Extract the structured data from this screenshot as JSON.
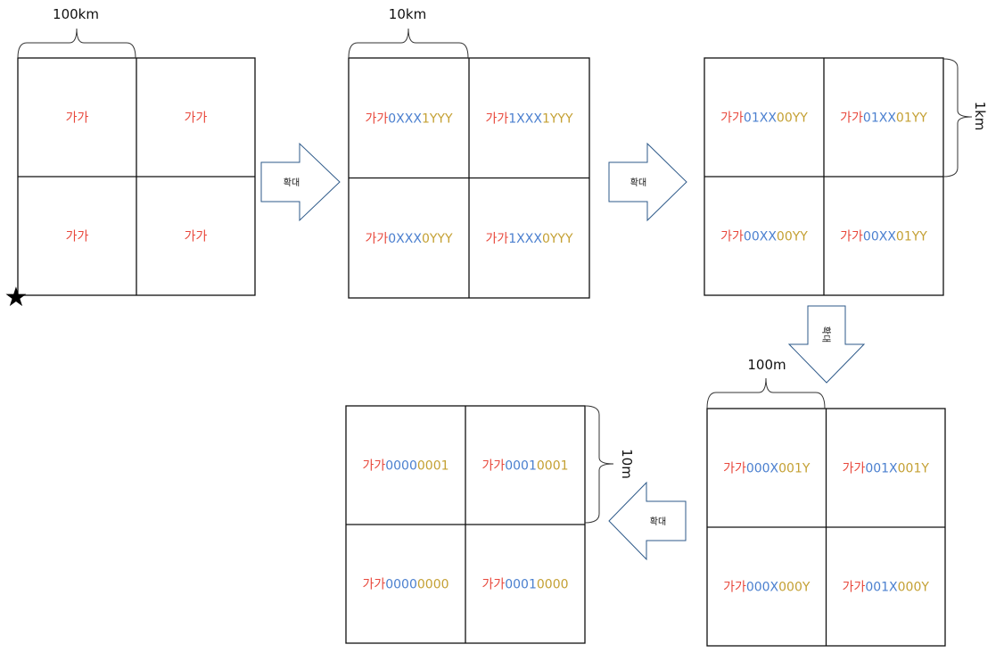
{
  "colors": {
    "prefix": "#e8483c",
    "x": "#4a7fcf",
    "y": "#c4a033",
    "line": "#111111",
    "arrow": "#2e5a8a"
  },
  "dimensions": {
    "d1": "100km",
    "d2": "10km",
    "d3": "1km",
    "d4": "100m",
    "d5": "10m"
  },
  "arrow_label": "확대",
  "star_icon": "★",
  "grid1": [
    [
      {
        "p": "가가",
        "x": "",
        "y": ""
      },
      {
        "p": "가가",
        "x": "",
        "y": ""
      }
    ],
    [
      {
        "p": "가가",
        "x": "",
        "y": ""
      },
      {
        "p": "가가",
        "x": "",
        "y": ""
      }
    ]
  ],
  "grid2": [
    [
      {
        "p": "가가",
        "x": "0XXX",
        "y": "1YYY"
      },
      {
        "p": "가가",
        "x": "1XXX",
        "y": "1YYY"
      }
    ],
    [
      {
        "p": "가가",
        "x": "0XXX",
        "y": "0YYY"
      },
      {
        "p": "가가",
        "x": "1XXX",
        "y": "0YYY"
      }
    ]
  ],
  "grid3": [
    [
      {
        "p": "가가",
        "x": "01XX",
        "y": "00YY"
      },
      {
        "p": "가가",
        "x": "01XX",
        "y": "01YY"
      }
    ],
    [
      {
        "p": "가가",
        "x": "00XX",
        "y": "00YY"
      },
      {
        "p": "가가",
        "x": "00XX",
        "y": "01YY"
      }
    ]
  ],
  "grid4": [
    [
      {
        "p": "가가",
        "x": "000X",
        "y": "001Y"
      },
      {
        "p": "가가",
        "x": "001X",
        "y": "001Y"
      }
    ],
    [
      {
        "p": "가가",
        "x": "000X",
        "y": "000Y"
      },
      {
        "p": "가가",
        "x": "001X",
        "y": "000Y"
      }
    ]
  ],
  "grid5": [
    [
      {
        "p": "가가",
        "x": "0000",
        "y": "0001"
      },
      {
        "p": "가가",
        "x": "0001",
        "y": "0001"
      }
    ],
    [
      {
        "p": "가가",
        "x": "0000",
        "y": "0000"
      },
      {
        "p": "가가",
        "x": "0001",
        "y": "0000"
      }
    ]
  ]
}
